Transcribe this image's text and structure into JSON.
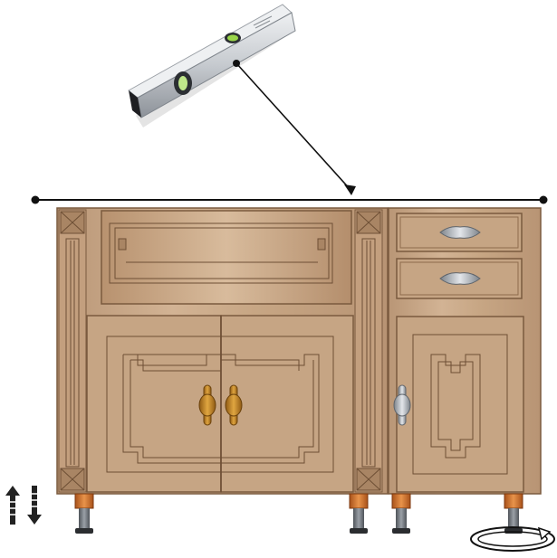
{
  "figure": {
    "subject": "kitchen-base-cabinet-leveling",
    "tool": "spirit-level",
    "components": {
      "sink_base": {
        "doors": 2,
        "handles": "brass",
        "top_panel": "open-frame"
      },
      "drawer_base": {
        "drawers": 2,
        "doors": 1,
        "handles": "chrome"
      },
      "legs": 4,
      "pilasters": 2
    },
    "indicators": [
      "adjust-height-icon",
      "rotate-leg-icon"
    ],
    "colors": {
      "cabinet_face": "#c8a786",
      "cabinet_shade": "#b08d6b",
      "cabinet_line": "#7a5a3e",
      "leg_orange": "#d9782a",
      "leg_metal": "#6b7078",
      "brass": "#c98a2a",
      "chrome": "#b9bec4",
      "level_body": "#c9cdd1",
      "bubble": "#9ad64a",
      "line": "#111111"
    }
  }
}
